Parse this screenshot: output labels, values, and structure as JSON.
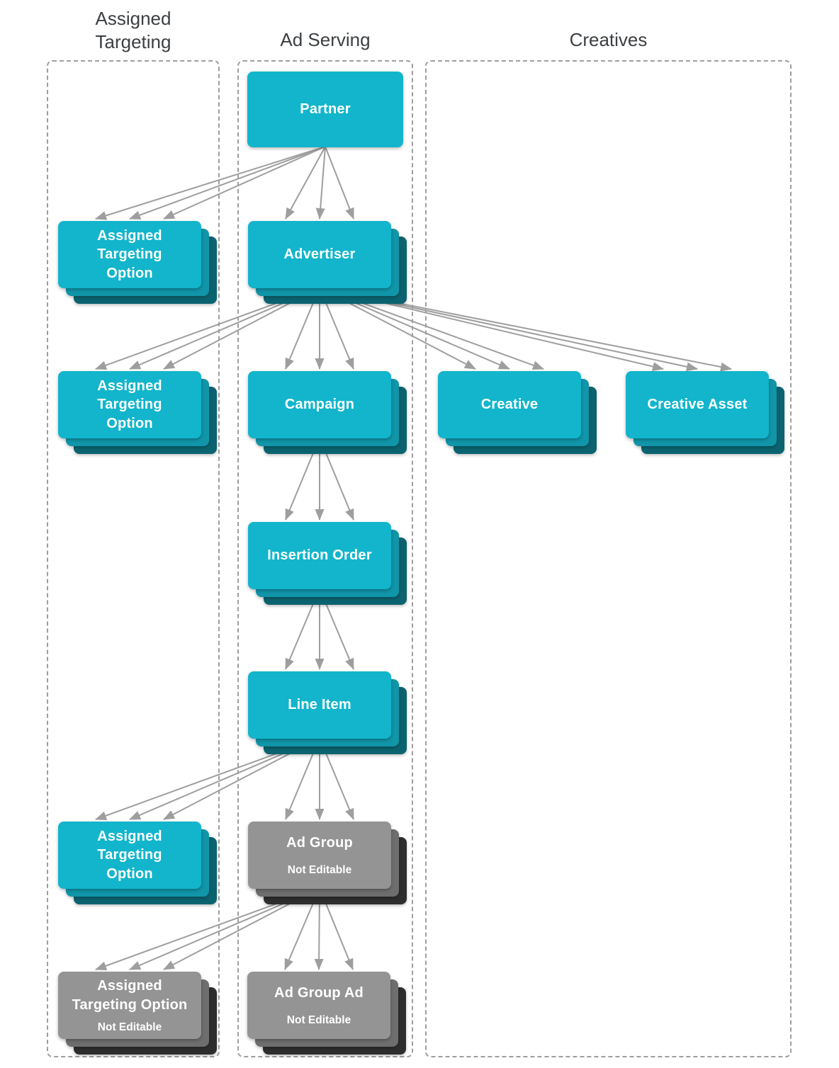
{
  "columns": {
    "assigned_targeting": {
      "title": "Assigned\nTargeting"
    },
    "ad_serving": {
      "title": "Ad Serving"
    },
    "creatives": {
      "title": "Creatives"
    }
  },
  "nodes": {
    "partner": {
      "label": "Partner"
    },
    "ato_partner": {
      "label": "Assigned\nTargeting\nOption"
    },
    "advertiser": {
      "label": "Advertiser"
    },
    "ato_advertiser": {
      "label": "Assigned\nTargeting\nOption"
    },
    "campaign": {
      "label": "Campaign"
    },
    "creative": {
      "label": "Creative"
    },
    "creative_asset": {
      "label": "Creative Asset"
    },
    "insertion_order": {
      "label": "Insertion Order"
    },
    "line_item": {
      "label": "Line Item"
    },
    "ato_line_item": {
      "label": "Assigned\nTargeting\nOption"
    },
    "ad_group": {
      "label": "Ad Group",
      "sublabel": "Not Editable"
    },
    "ato_not_editable": {
      "label": "Assigned\nTargeting Option",
      "sublabel": "Not Editable"
    },
    "ad_group_ad": {
      "label": "Ad Group Ad",
      "sublabel": "Not Editable"
    }
  },
  "edges": [
    {
      "from": "partner",
      "to": "ato_partner"
    },
    {
      "from": "partner",
      "to": "advertiser"
    },
    {
      "from": "advertiser",
      "to": "ato_advertiser"
    },
    {
      "from": "advertiser",
      "to": "campaign"
    },
    {
      "from": "advertiser",
      "to": "creative"
    },
    {
      "from": "advertiser",
      "to": "creative_asset"
    },
    {
      "from": "campaign",
      "to": "insertion_order"
    },
    {
      "from": "insertion_order",
      "to": "line_item"
    },
    {
      "from": "line_item",
      "to": "ato_line_item"
    },
    {
      "from": "line_item",
      "to": "ad_group"
    },
    {
      "from": "ad_group",
      "to": "ato_not_editable"
    },
    {
      "from": "ad_group",
      "to": "ad_group_ad"
    }
  ],
  "colors": {
    "teal_main": "#12b5cb",
    "teal_mid": "#1095a9",
    "teal_back": "#0b6370",
    "gray_main": "#949494",
    "gray_mid": "#6e6e6e",
    "gray_back": "#2e2e2e",
    "arrow": "#9e9e9e",
    "col_border": "#9e9e9e",
    "title_text": "#3c4043"
  }
}
